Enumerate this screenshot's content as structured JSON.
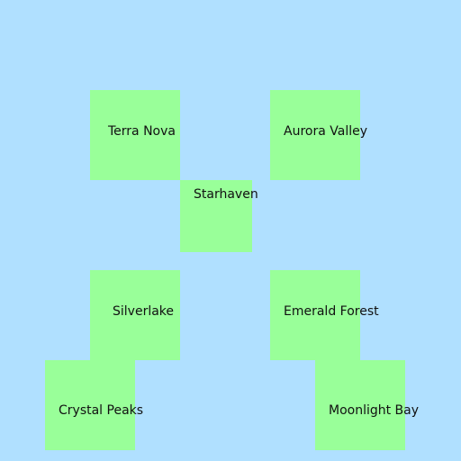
{
  "map": {
    "colors": {
      "water": "#b0e0ff",
      "land": "#99ff99",
      "text": "#111111"
    },
    "regions": [
      {
        "name": "Terra Nova"
      },
      {
        "name": "Aurora Valley"
      },
      {
        "name": "Starhaven"
      },
      {
        "name": "Silverlake"
      },
      {
        "name": "Emerald Forest"
      },
      {
        "name": "Crystal Peaks"
      },
      {
        "name": "Moonlight Bay"
      }
    ]
  }
}
